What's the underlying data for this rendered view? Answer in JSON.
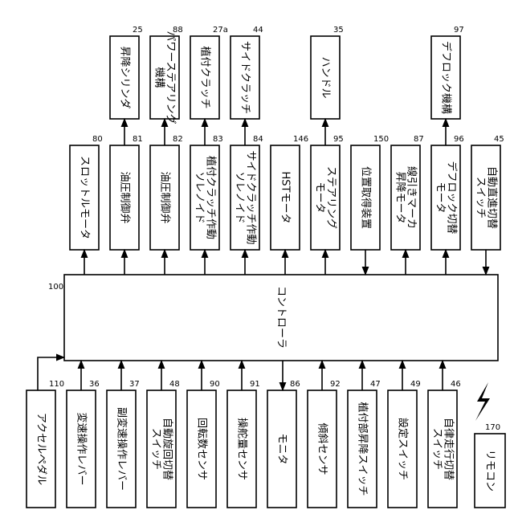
{
  "controller": {
    "label": "コントローラ",
    "ref": "100"
  },
  "top_row": [
    {
      "id": "lift-cylinder",
      "label": [
        "昇降シリンダ"
      ],
      "ref": "25"
    },
    {
      "id": "power-steering",
      "label": [
        "パワーステアリング",
        "機構"
      ],
      "ref": "88"
    },
    {
      "id": "planting-clutch",
      "label": [
        "植付クラッチ"
      ],
      "ref": "27a"
    },
    {
      "id": "side-clutch",
      "label": [
        "サイドクラッチ"
      ],
      "ref": "44"
    },
    {
      "id": "handle",
      "label": [
        "ハンドル"
      ],
      "ref": "35"
    },
    {
      "id": "deflock",
      "label": [
        "デフロック機構"
      ],
      "ref": "97"
    }
  ],
  "middle_row": [
    {
      "id": "throttle-motor",
      "label": [
        "スロットルモータ"
      ],
      "ref": "80"
    },
    {
      "id": "hydraulic-valve-1",
      "label": [
        "油圧制御弁"
      ],
      "ref": "81"
    },
    {
      "id": "hydraulic-valve-2",
      "label": [
        "油圧制御弁"
      ],
      "ref": "82"
    },
    {
      "id": "planting-clutch-solenoid",
      "label": [
        "植付クラッチ作動",
        "ソレノイド"
      ],
      "ref": "83"
    },
    {
      "id": "side-clutch-solenoid",
      "label": [
        "サイドクラッチ作動",
        "ソレノイド"
      ],
      "ref": "84"
    },
    {
      "id": "hst-motor",
      "label": [
        "HSTモータ"
      ],
      "ref": "146"
    },
    {
      "id": "steering-motor",
      "label": [
        "ステアリング",
        "モータ"
      ],
      "ref": "95"
    },
    {
      "id": "position-device",
      "label": [
        "位置取得装置"
      ],
      "ref": "150"
    },
    {
      "id": "marker-motor",
      "label": [
        "線引きマーカ",
        "昇降モータ"
      ],
      "ref": "87"
    },
    {
      "id": "deflock-switch",
      "label": [
        "デフロック切替",
        "モータ"
      ],
      "ref": "96"
    },
    {
      "id": "auto-straight-switch",
      "label": [
        "自動直進切替",
        "スイッチ"
      ],
      "ref": "45"
    }
  ],
  "bottom_row": [
    {
      "id": "accelerator-pedal",
      "label": [
        "アクセルペダル"
      ],
      "ref": "110"
    },
    {
      "id": "shift-lever",
      "label": [
        "変速操作レバー"
      ],
      "ref": "36"
    },
    {
      "id": "sub-shift-lever",
      "label": [
        "副変速操作レバー"
      ],
      "ref": "37"
    },
    {
      "id": "auto-turn-switch",
      "label": [
        "自動旋回切替",
        "スイッチ"
      ],
      "ref": "48"
    },
    {
      "id": "rpm-sensor",
      "label": [
        "回転数センサ"
      ],
      "ref": "90"
    },
    {
      "id": "steering-sensor",
      "label": [
        "操舵量センサ"
      ],
      "ref": "91"
    },
    {
      "id": "monitor",
      "label": [
        "モニタ"
      ],
      "ref": "86"
    },
    {
      "id": "tilt-sensor",
      "label": [
        "傾斜センサ"
      ],
      "ref": "92"
    },
    {
      "id": "planting-lift-switch",
      "label": [
        "植付部昇降スイッチ"
      ],
      "ref": "47"
    },
    {
      "id": "setting-switch",
      "label": [
        "設定スイッチ"
      ],
      "ref": "49"
    },
    {
      "id": "autonomous-switch",
      "label": [
        "自律走行切替",
        "スイッチ"
      ],
      "ref": "46"
    }
  ],
  "remote": {
    "label": "リモコン",
    "ref": "170"
  }
}
